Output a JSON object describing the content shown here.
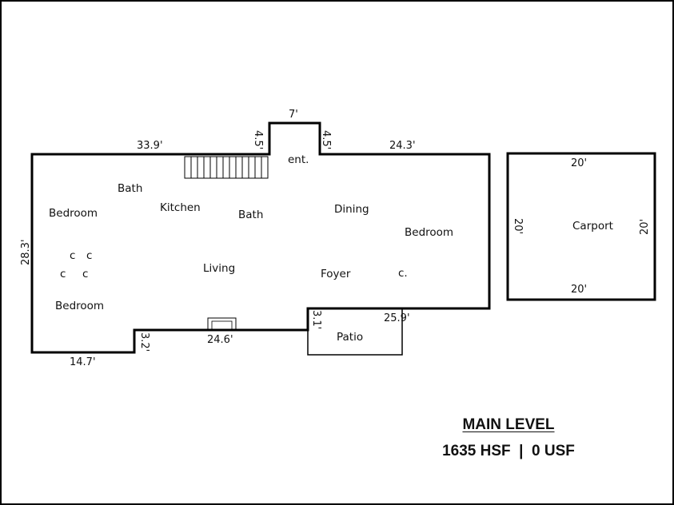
{
  "rooms": {
    "bath_left": "Bath",
    "bedroom_upper_left": "Bedroom",
    "kitchen": "Kitchen",
    "bath_center": "Bath",
    "entry": "ent.",
    "dining": "Dining",
    "bedroom_right": "Bedroom",
    "closet_1": "c",
    "closet_2": "c",
    "closet_3": "c",
    "closet_4": "c",
    "living": "Living",
    "foyer": "Foyer",
    "closet_right": "c.",
    "bedroom_lower_left": "Bedroom",
    "patio": "Patio",
    "carport": "Carport"
  },
  "dimensions": {
    "top_left": "33.9'",
    "notch_left": "4.5'",
    "notch_top": "7'",
    "notch_right": "4.5'",
    "top_right": "24.3'",
    "left_side": "28.3'",
    "bottom_step": "3.2'",
    "bottom_mid": "24.6'",
    "bottom_left": "14.7'",
    "patio_step": "3.1'",
    "bottom_right": "25.9'",
    "carport_top": "20'",
    "carport_left": "20'",
    "carport_right": "20'",
    "carport_bottom": "20'"
  },
  "summary": {
    "title": "MAIN LEVEL",
    "subtitle": "1635 HSF  |  0 USF"
  },
  "colors": {
    "line": "#000000",
    "text": "#111111",
    "background": "#ffffff"
  }
}
